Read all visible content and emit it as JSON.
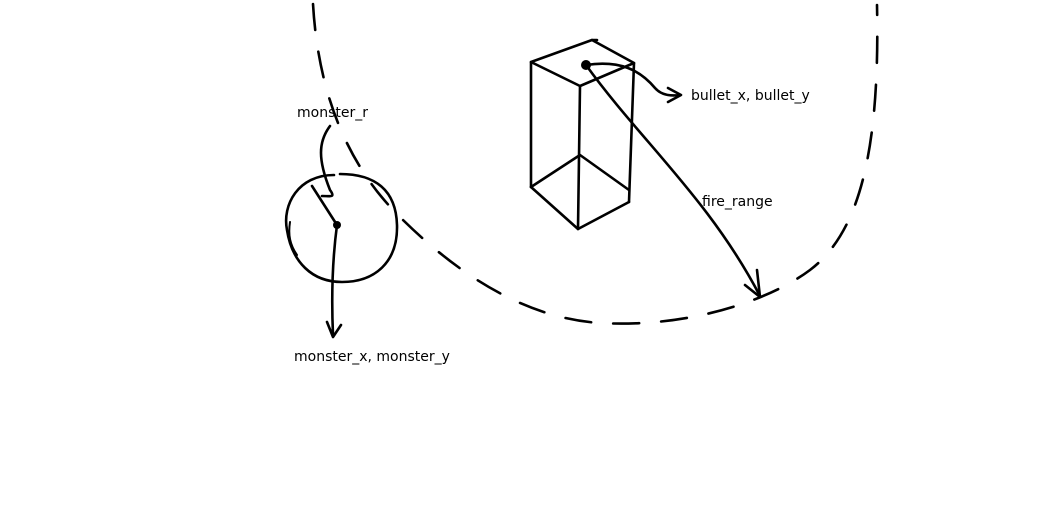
{
  "labels": {
    "monster_r": "monster_r",
    "monster_xy": "monster_x, monster_y",
    "bullet_xy": "bullet_x, bullet_y",
    "fire_range": "fire_range"
  },
  "colors": {
    "background": "#ffffff",
    "ink": "#000000"
  }
}
